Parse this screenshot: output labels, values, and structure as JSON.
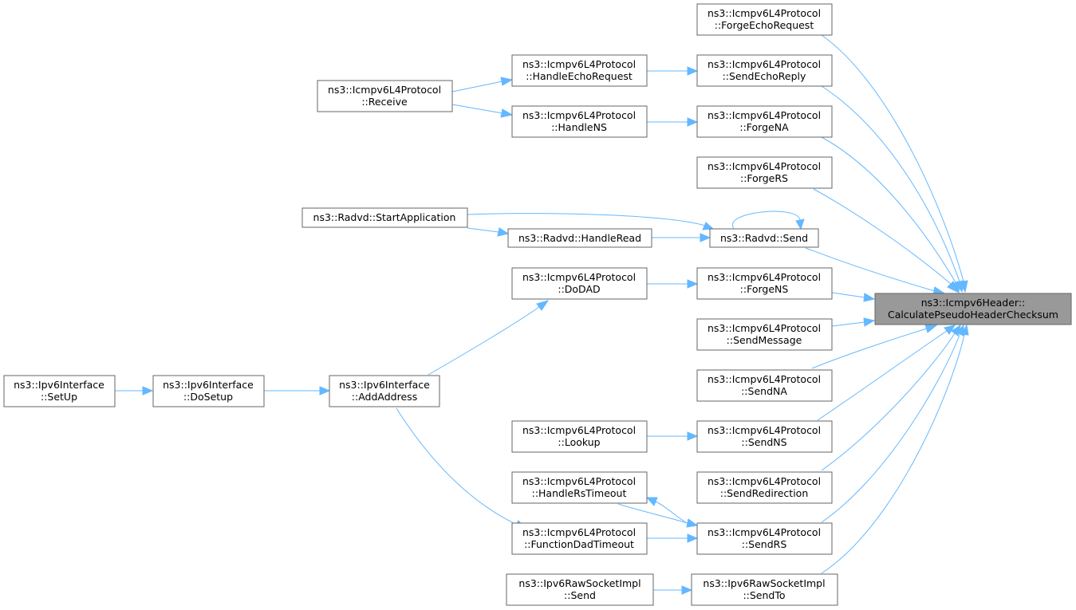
{
  "target": {
    "line1": "ns3::Icmpv6Header::",
    "line2": "CalculatePseudoHeaderChecksum"
  },
  "nodes": {
    "forge_echo_request": {
      "line1": "ns3::Icmpv6L4Protocol",
      "line2": "::ForgeEchoRequest"
    },
    "send_echo_reply": {
      "line1": "ns3::Icmpv6L4Protocol",
      "line2": "::SendEchoReply"
    },
    "forge_na": {
      "line1": "ns3::Icmpv6L4Protocol",
      "line2": "::ForgeNA"
    },
    "forge_rs": {
      "line1": "ns3::Icmpv6L4Protocol",
      "line2": "::ForgeRS"
    },
    "radvd_send": {
      "line1": "ns3::Radvd::Send"
    },
    "forge_ns": {
      "line1": "ns3::Icmpv6L4Protocol",
      "line2": "::ForgeNS"
    },
    "send_message": {
      "line1": "ns3::Icmpv6L4Protocol",
      "line2": "::SendMessage"
    },
    "send_na": {
      "line1": "ns3::Icmpv6L4Protocol",
      "line2": "::SendNA"
    },
    "send_ns": {
      "line1": "ns3::Icmpv6L4Protocol",
      "line2": "::SendNS"
    },
    "send_redirection": {
      "line1": "ns3::Icmpv6L4Protocol",
      "line2": "::SendRedirection"
    },
    "send_rs": {
      "line1": "ns3::Icmpv6L4Protocol",
      "line2": "::SendRS"
    },
    "raw_send_to": {
      "line1": "ns3::Ipv6RawSocketImpl",
      "line2": "::SendTo"
    },
    "handle_echo_request": {
      "line1": "ns3::Icmpv6L4Protocol",
      "line2": "::HandleEchoRequest"
    },
    "handle_ns": {
      "line1": "ns3::Icmpv6L4Protocol",
      "line2": "::HandleNS"
    },
    "radvd_handle_read": {
      "line1": "ns3::Radvd::HandleRead"
    },
    "do_dad": {
      "line1": "ns3::Icmpv6L4Protocol",
      "line2": "::DoDAD"
    },
    "lookup": {
      "line1": "ns3::Icmpv6L4Protocol",
      "line2": "::Lookup"
    },
    "handle_rs_timeout": {
      "line1": "ns3::Icmpv6L4Protocol",
      "line2": "::HandleRsTimeout"
    },
    "function_dad_timeout": {
      "line1": "ns3::Icmpv6L4Protocol",
      "line2": "::FunctionDadTimeout"
    },
    "raw_send": {
      "line1": "ns3::Ipv6RawSocketImpl",
      "line2": "::Send"
    },
    "receive": {
      "line1": "ns3::Icmpv6L4Protocol",
      "line2": "::Receive"
    },
    "start_application": {
      "line1": "ns3::Radvd::StartApplication"
    },
    "add_address": {
      "line1": "ns3::Ipv6Interface",
      "line2": "::AddAddress"
    },
    "do_setup": {
      "line1": "ns3::Ipv6Interface",
      "line2": "::DoSetup"
    },
    "set_up": {
      "line1": "ns3::Ipv6Interface",
      "line2": "::SetUp"
    }
  },
  "colors": {
    "edge": "#63b8ff",
    "node_border": "#666666",
    "target_fill": "#999999"
  }
}
